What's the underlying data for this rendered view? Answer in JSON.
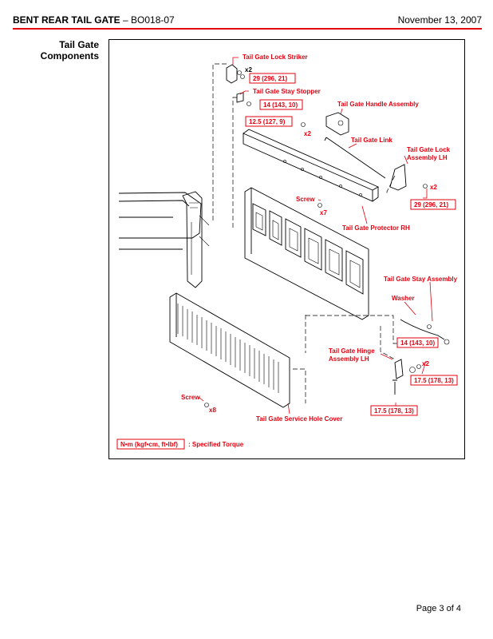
{
  "header": {
    "title_bold": "BENT REAR TAIL GATE",
    "title_rest": " – BO018-07",
    "date": "November 13, 2007"
  },
  "section_title": [
    "Tail Gate",
    "Components"
  ],
  "labels": {
    "lock_striker": "Tail Gate Lock Striker",
    "x2_a": "x2",
    "torque_29_a": "29 (296, 21)",
    "stay_stopper": "Tail Gate Stay Stopper",
    "torque_14_a": "14 (143, 10)",
    "handle_assembly": "Tail Gate Handle Assembly",
    "torque_12_5": "12.5 (127, 9)",
    "x2_b": "x2",
    "link": "Tail Gate Link",
    "lock_assembly_1": "Tail Gate Lock",
    "lock_assembly_2": "Assembly LH",
    "x2_c": "x2",
    "torque_29_b": "29 (296, 21)",
    "screw_a": "Screw",
    "x7": "x7",
    "protector": "Tail Gate Protector RH",
    "stay_assembly": "Tail Gate Stay Assembly",
    "washer": "Washer",
    "torque_14_b": "14 (143, 10)",
    "hinge_1": "Tail Gate Hinge",
    "hinge_2": "Assembly LH",
    "x2_d": "x2",
    "torque_17_5_a": "17.5 (178, 13)",
    "torque_17_5_b": "17.5 (178, 13)",
    "screw_b": "Screw",
    "x8": "x8",
    "service_cover": "Tail Gate Service Hole Cover",
    "legend_box": "N•m (kgf•cm, ft•lbf)",
    "legend_text": ": Specified Torque"
  },
  "footer": "Page 3 of 4",
  "colors": {
    "accent": "#e3000f",
    "line": "#000000"
  }
}
